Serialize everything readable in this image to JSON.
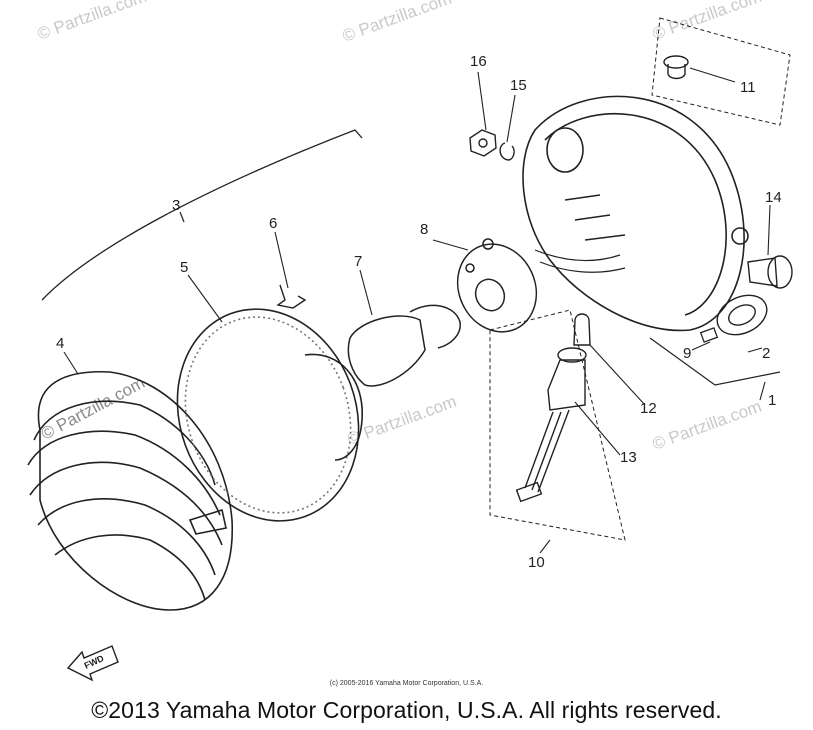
{
  "watermark": "© Partzilla.com",
  "callouts": [
    {
      "id": "1",
      "text": "1"
    },
    {
      "id": "2",
      "text": "2"
    },
    {
      "id": "3",
      "text": "3"
    },
    {
      "id": "4",
      "text": "4"
    },
    {
      "id": "5",
      "text": "5"
    },
    {
      "id": "6",
      "text": "6"
    },
    {
      "id": "7",
      "text": "7"
    },
    {
      "id": "8",
      "text": "8"
    },
    {
      "id": "9",
      "text": "9"
    },
    {
      "id": "10",
      "text": "10"
    },
    {
      "id": "11",
      "text": "11"
    },
    {
      "id": "12",
      "text": "12"
    },
    {
      "id": "13",
      "text": "13"
    },
    {
      "id": "14",
      "text": "14"
    },
    {
      "id": "15",
      "text": "15"
    },
    {
      "id": "16",
      "text": "16"
    }
  ],
  "direction_label": "FWD",
  "inner_copyright": "(c) 2005-2016 Yamaha Motor Corporation, U.S.A.",
  "footer_copyright": "©2013 Yamaha Motor Corporation, U.S.A. All rights reserved."
}
